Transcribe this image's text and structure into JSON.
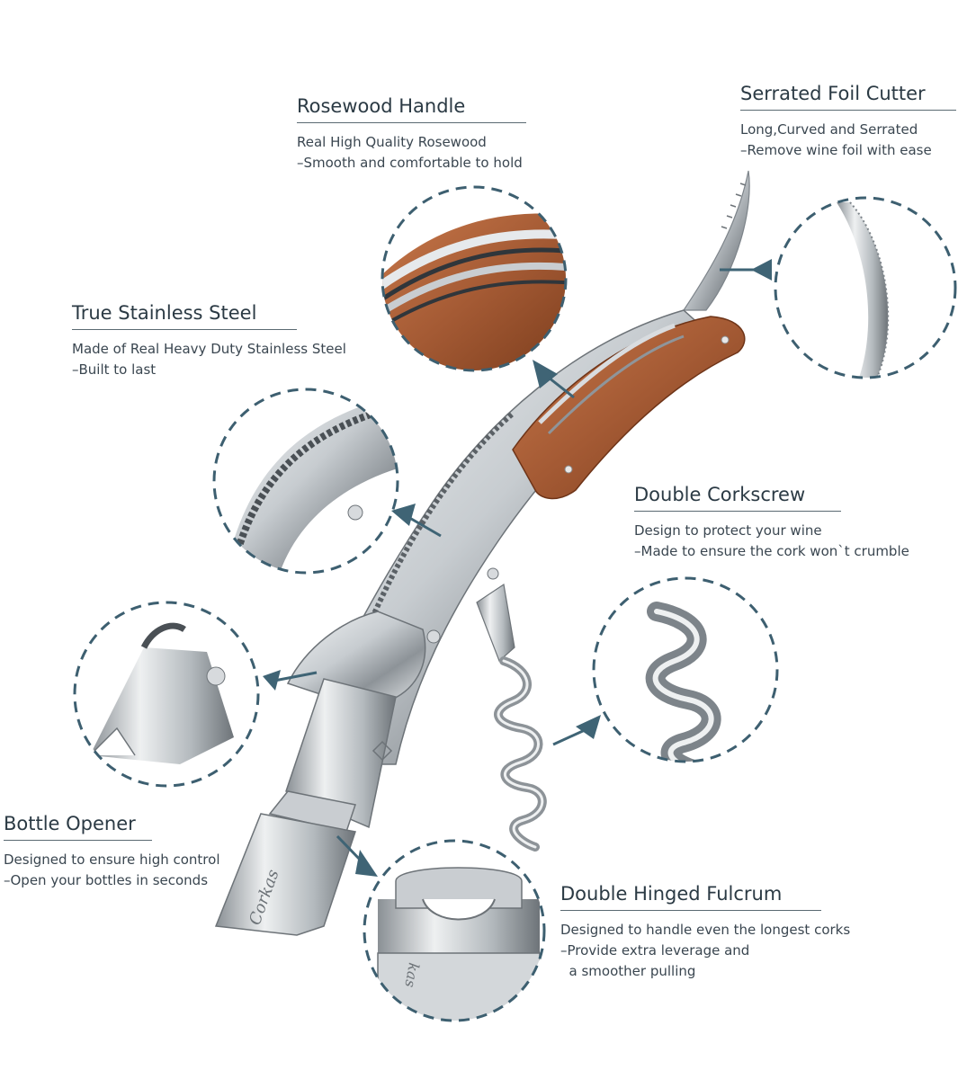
{
  "labels": {
    "rosewood": {
      "title": "Rosewood  Handle",
      "lines": [
        "Real High Quality Rosewood",
        "–Smooth and comfortable to hold"
      ]
    },
    "foil": {
      "title": "Serrated Foil Cutter",
      "lines": [
        "Long,Curved and Serrated",
        "–Remove wine foil with ease"
      ]
    },
    "steel": {
      "title": "True Stainless Steel",
      "lines": [
        "Made of Real Heavy Duty Stainless Steel",
        "–Built to last"
      ]
    },
    "corkscrew": {
      "title": "Double Corkscrew",
      "lines": [
        "Design to protect your wine",
        "–Made to ensure the cork won`t crumble"
      ]
    },
    "bottle": {
      "title": "Bottle Opener",
      "lines": [
        "Designed to ensure high control",
        "–Open your bottles in seconds"
      ]
    },
    "fulcrum": {
      "title": "Double Hinged Fulcrum",
      "lines": [
        "Designed to handle even the longest corks",
        "–Provide extra leverage and",
        "  a smoother pulling"
      ]
    }
  },
  "brand_engraving": "Corkas",
  "brand_engraving_partial": "kas",
  "colors": {
    "accent": "#3f6475",
    "dash": "#3d5f70",
    "steel_light": "#e6e9ec",
    "steel_mid": "#b9bec3",
    "steel_dark": "#6d7378",
    "wood": "#a45a34",
    "wood_dark": "#6e3418"
  }
}
